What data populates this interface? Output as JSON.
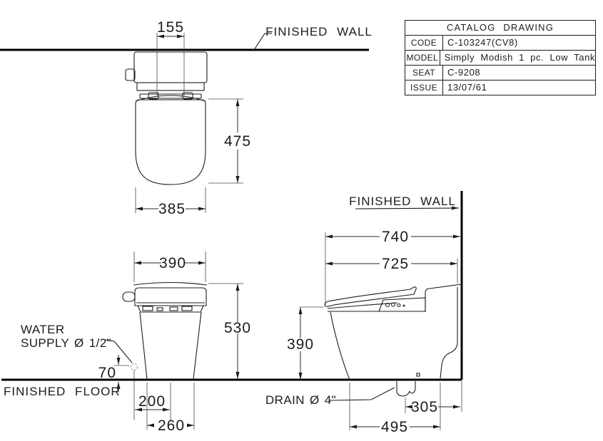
{
  "title_block": {
    "title": "CATALOG DRAWING",
    "rows": [
      {
        "label": "CODE",
        "value": "C-103247(CV8)"
      },
      {
        "label": "MODEL",
        "value": "Simply Modish 1 pc. Low Tank"
      },
      {
        "label": "SEAT",
        "value": "C-9208"
      },
      {
        "label": "ISSUE",
        "value": "13/07/61"
      }
    ]
  },
  "labels": {
    "finished_wall_top": "FINISHED WALL",
    "finished_wall_side": "FINISHED WALL",
    "finished_floor": "FINISHED FLOOR",
    "water_supply_1": "WATER",
    "water_supply_2": "SUPPLY Ø 1/2\"",
    "drain": "DRAIN Ø 4\""
  },
  "dims": {
    "top_view": {
      "hinge_spacing": "155",
      "seat_length": "475",
      "seat_width": "385"
    },
    "front_view": {
      "tank_width": "390",
      "total_height": "530",
      "supply_height": "70",
      "supply_offset": "200",
      "base_width": "260"
    },
    "side_view": {
      "wall_to_front": "740",
      "wall_to_seat_front": "725",
      "rim_height": "390",
      "wall_to_drain": "305",
      "base_length": "495"
    }
  },
  "drawing_colors": {
    "line": "#1c1c1c",
    "heavy_line": "#000000",
    "background": "#ffffff"
  }
}
